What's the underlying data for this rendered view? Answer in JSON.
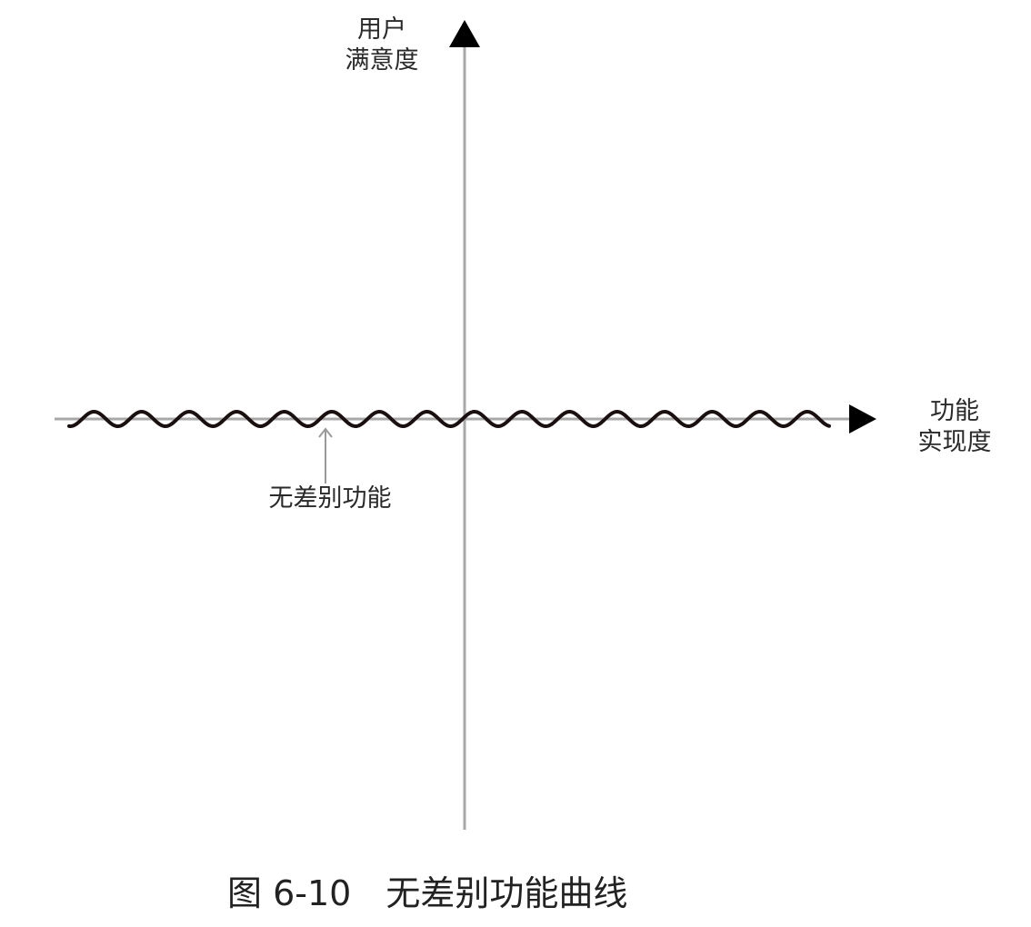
{
  "diagram": {
    "y_axis": {
      "label_line1": "用户",
      "label_line2": "满意度"
    },
    "x_axis": {
      "label_line1": "功能",
      "label_line2": "实现度"
    },
    "curve": {
      "name": "无差别功能",
      "shape": "wavy horizontal line along x-axis",
      "annotation": "无差别功能"
    },
    "caption": "图 6-10　无差别功能曲线",
    "colors": {
      "axis": "#a8a8a8",
      "curve": "#1a1010",
      "arrow": "#000000",
      "text": "#2a2a2a"
    }
  },
  "chart_data": {
    "type": "line",
    "title": "图 6-10　无差别功能曲线",
    "xlabel": "功能实现度",
    "ylabel": "用户满意度",
    "series": [
      {
        "name": "无差别功能",
        "description": "constant satisfaction regardless of implementation (flat wavy line at origin level)"
      }
    ],
    "grid": false
  }
}
